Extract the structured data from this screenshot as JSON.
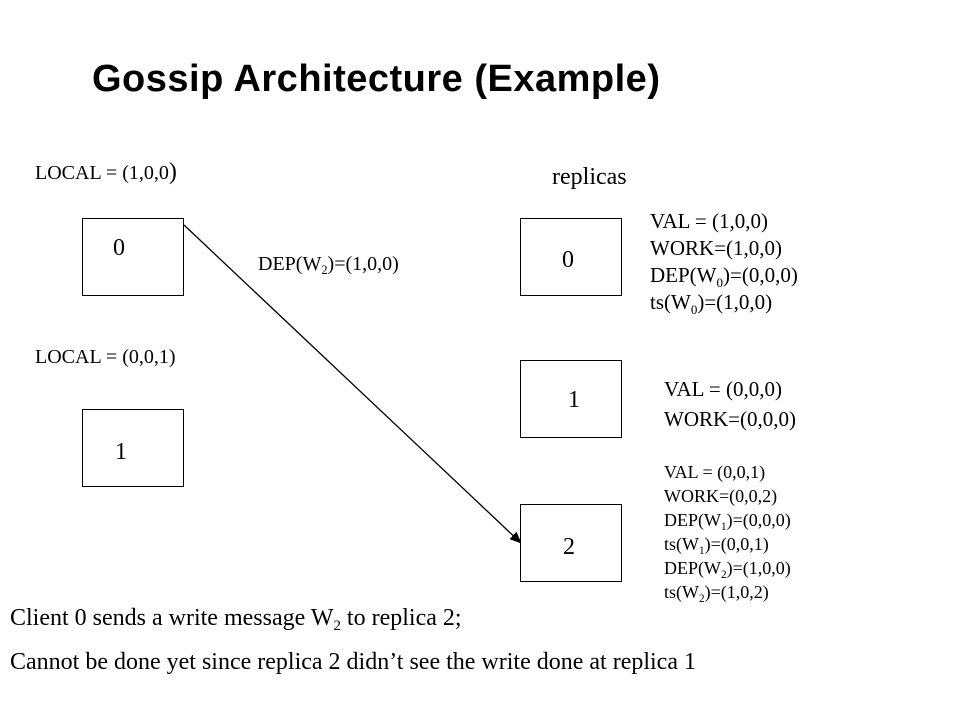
{
  "title": "Gossip Architecture (Example)",
  "clients": {
    "c0": {
      "label": "0",
      "local_prefix": "LOCAL = (1,0,0",
      "local_paren": ")"
    },
    "c1": {
      "label": "1",
      "local": "LOCAL = (0,0,1)"
    }
  },
  "message": {
    "prefix": "DEP(W",
    "sub": "2",
    "suffix": ")=(1,0,0)"
  },
  "replicas_heading": "replicas",
  "replicas": {
    "r0": {
      "label": "0",
      "val": "VAL = (1,0,0)",
      "work": "WORK=(1,0,0)",
      "dep_prefix": "DEP(W",
      "dep_sub": "0",
      "dep_suffix": ")=(0,0,0)",
      "ts_prefix": "ts(W",
      "ts_sub": "0",
      "ts_suffix": ")=(1,0,0)"
    },
    "r1": {
      "label": "1",
      "val": "VAL = (0,0,0)",
      "work": "WORK=(0,0,0)"
    },
    "r2": {
      "label": "2",
      "val": "VAL = (0,0,1)",
      "work": "WORK=(0,0,2)",
      "dep1_prefix": "DEP(W",
      "dep1_sub": "1",
      "dep1_suffix": ")=(0,0,0)",
      "ts1_prefix": "ts(W",
      "ts1_sub": "1",
      "ts1_suffix": ")=(0,0,1)",
      "dep2_prefix": "DEP(W",
      "dep2_sub": "2",
      "dep2_suffix": ")=(1,0,0)",
      "ts2_prefix": "ts(W",
      "ts2_sub": "2",
      "ts2_suffix": ")=(1,0,2)"
    }
  },
  "caption": {
    "line1_prefix": "Client 0 sends a write message W",
    "line1_sub": "2",
    "line1_suffix": " to replica 2;",
    "line2": "Cannot be done yet since replica 2 didn’t see the write done at replica 1"
  }
}
